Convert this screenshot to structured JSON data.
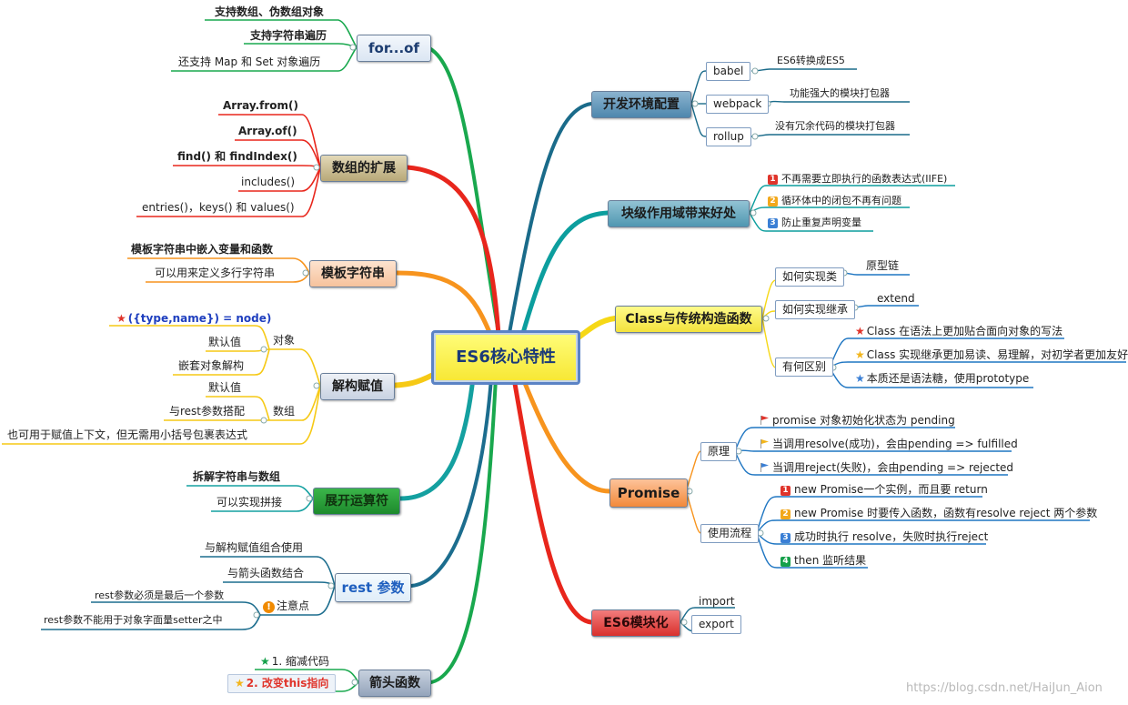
{
  "center": "ES6核心特性",
  "watermark": "https://blog.csdn.net/HaiJun_Aion",
  "left": {
    "forof": {
      "title": "for...of",
      "items": [
        "支持数组、伪数组对象",
        "支持字符串遍历",
        "还支持 Map 和 Set 对象遍历"
      ]
    },
    "array": {
      "title": "数组的扩展",
      "items": [
        "Array.from()",
        "Array.of()",
        "find() 和 findIndex()",
        "includes()",
        "entries()，keys() 和 values()"
      ]
    },
    "template": {
      "title": "模板字符串",
      "items": [
        "模板字符串中嵌入变量和函数",
        "可以用来定义多行字符串"
      ]
    },
    "destructure": {
      "title": "解构赋值",
      "object": {
        "label": "对象",
        "items": [
          "({type,name}) = node)",
          "默认值",
          "嵌套对象解构"
        ]
      },
      "array": {
        "label": "数组",
        "items": [
          "默认值",
          "与rest参数搭配"
        ]
      },
      "extra": "也可用于赋值上下文，但无需用小括号包裹表达式"
    },
    "spread": {
      "title": "展开运算符",
      "items": [
        "拆解字符串与数组",
        "可以实现拼接"
      ]
    },
    "rest": {
      "title": "rest 参数",
      "items": [
        "与解构赋值组合使用",
        "与箭头函数结合"
      ],
      "notes_label": "注意点",
      "notes": [
        "rest参数必须是最后一个参数",
        "rest参数不能用于对象字面量setter之中"
      ]
    },
    "arrow": {
      "title": "箭头函数",
      "items": [
        "1. 缩减代码",
        "2. 改变this指向"
      ]
    }
  },
  "right": {
    "env": {
      "title": "开发环境配置",
      "tools": [
        {
          "name": "babel",
          "desc": "ES6转换成ES5"
        },
        {
          "name": "webpack",
          "desc": "功能强大的模块打包器"
        },
        {
          "name": "rollup",
          "desc": "没有冗余代码的模块打包器"
        }
      ]
    },
    "block": {
      "title": "块级作用域带来好处",
      "items": [
        "不再需要立即执行的函数表达式(IIFE)",
        "循环体中的闭包不再有问题",
        "防止重复声明变量"
      ]
    },
    "class": {
      "title": "Class与传统构造函数",
      "groups": [
        {
          "label": "如何实现类",
          "items": [
            "原型链"
          ]
        },
        {
          "label": "如何实现继承",
          "items": [
            "extend"
          ]
        },
        {
          "label": "有何区别",
          "items": [
            "Class 在语法上更加贴合面向对象的写法",
            "Class 实现继承更加易读、易理解，对初学者更加友好",
            "本质还是语法糖，使用prototype"
          ]
        }
      ]
    },
    "promise": {
      "title": "Promise",
      "principle": {
        "label": "原理",
        "items": [
          "promise 对象初始化状态为 pending",
          "当调用resolve(成功)，会由pending => fulfilled",
          "当调用reject(失败)，会由pending => rejected"
        ]
      },
      "usage": {
        "label": "使用流程",
        "items": [
          "new Promise一个实例，而且要 return",
          "new Promise 时要传入函数，函数有resolve reject 两个参数",
          "成功时执行 resolve，失败时执行reject",
          "then 监听结果"
        ]
      }
    },
    "module": {
      "title": "ES6模块化",
      "items": [
        "import",
        "export"
      ]
    }
  },
  "colors": {
    "accent": "#5b83c5",
    "red": "#e0342b",
    "green": "#15a04a",
    "orange": "#f5891f",
    "yellow": "#f7d31d",
    "teal": "#1a7b93"
  }
}
